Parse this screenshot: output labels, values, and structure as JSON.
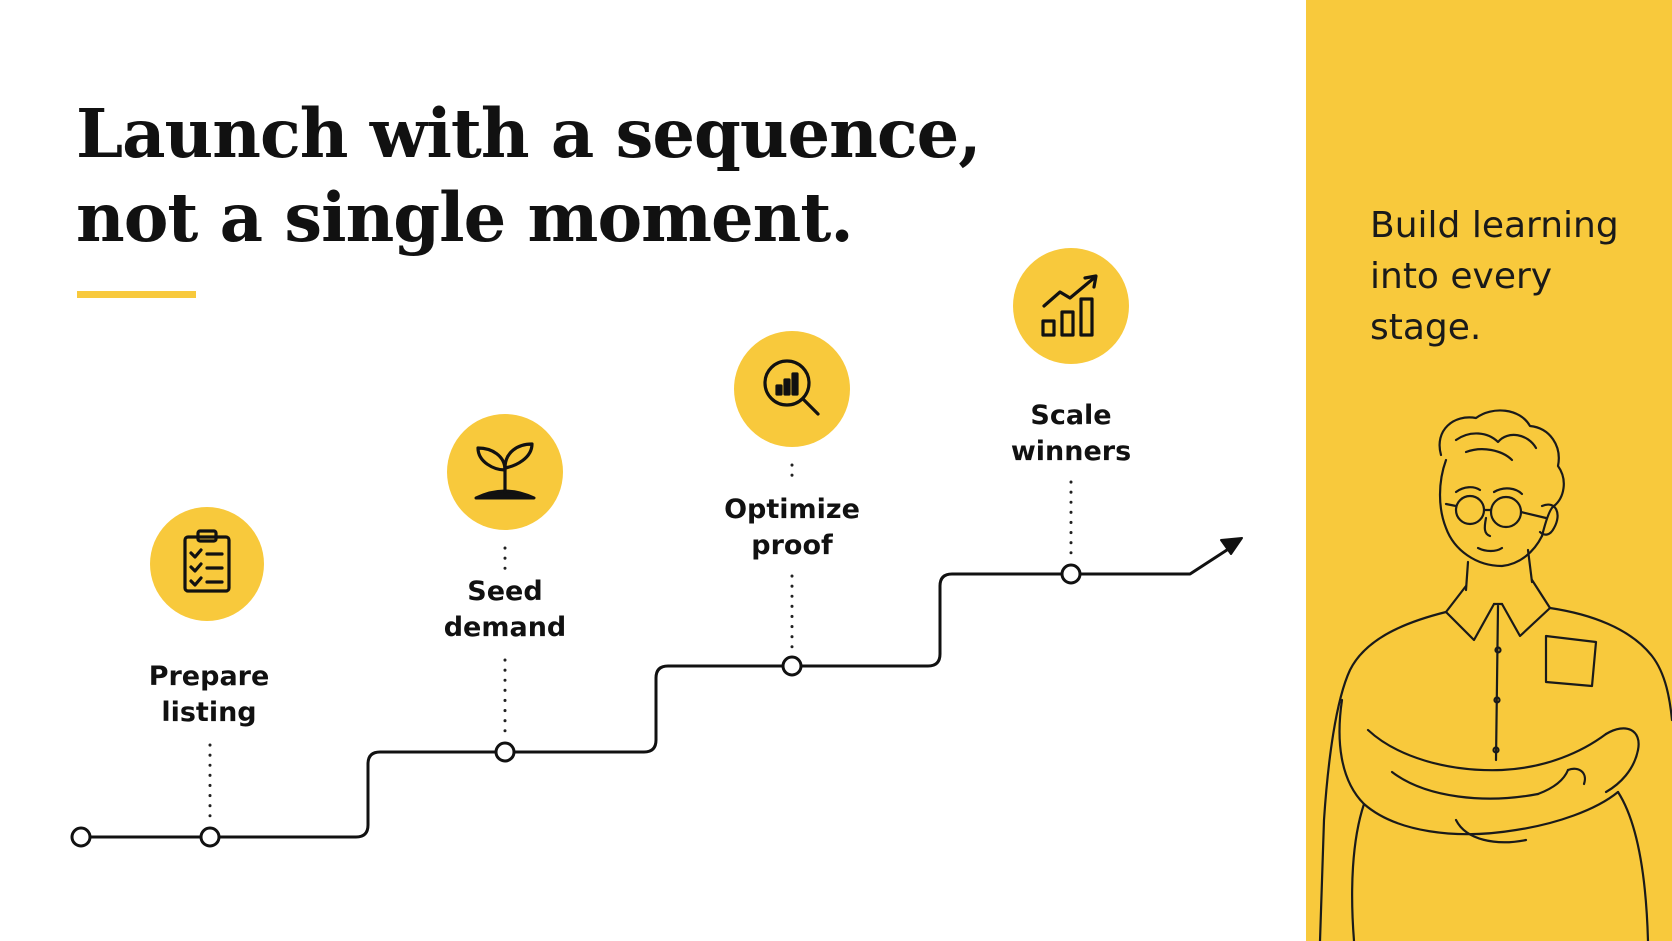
{
  "slide": {
    "title_line1": "Launch with a sequence,",
    "title_line2": "not a single moment.",
    "accent_color": "#f8c93c",
    "side_panel": {
      "text_line1": "Build learning",
      "text_line2": "into every",
      "text_line3": "stage.",
      "illustration": "person-arms-crossed-glasses"
    }
  },
  "steps": [
    {
      "line1": "Prepare",
      "line2": "listing",
      "icon": "clipboard-checklist-icon"
    },
    {
      "line1": "Seed",
      "line2": "demand",
      "icon": "sprout-icon"
    },
    {
      "line1": "Optimize",
      "line2": "proof",
      "icon": "magnifier-chart-icon"
    },
    {
      "line1": "Scale",
      "line2": "winners",
      "icon": "growth-chart-icon"
    }
  ]
}
